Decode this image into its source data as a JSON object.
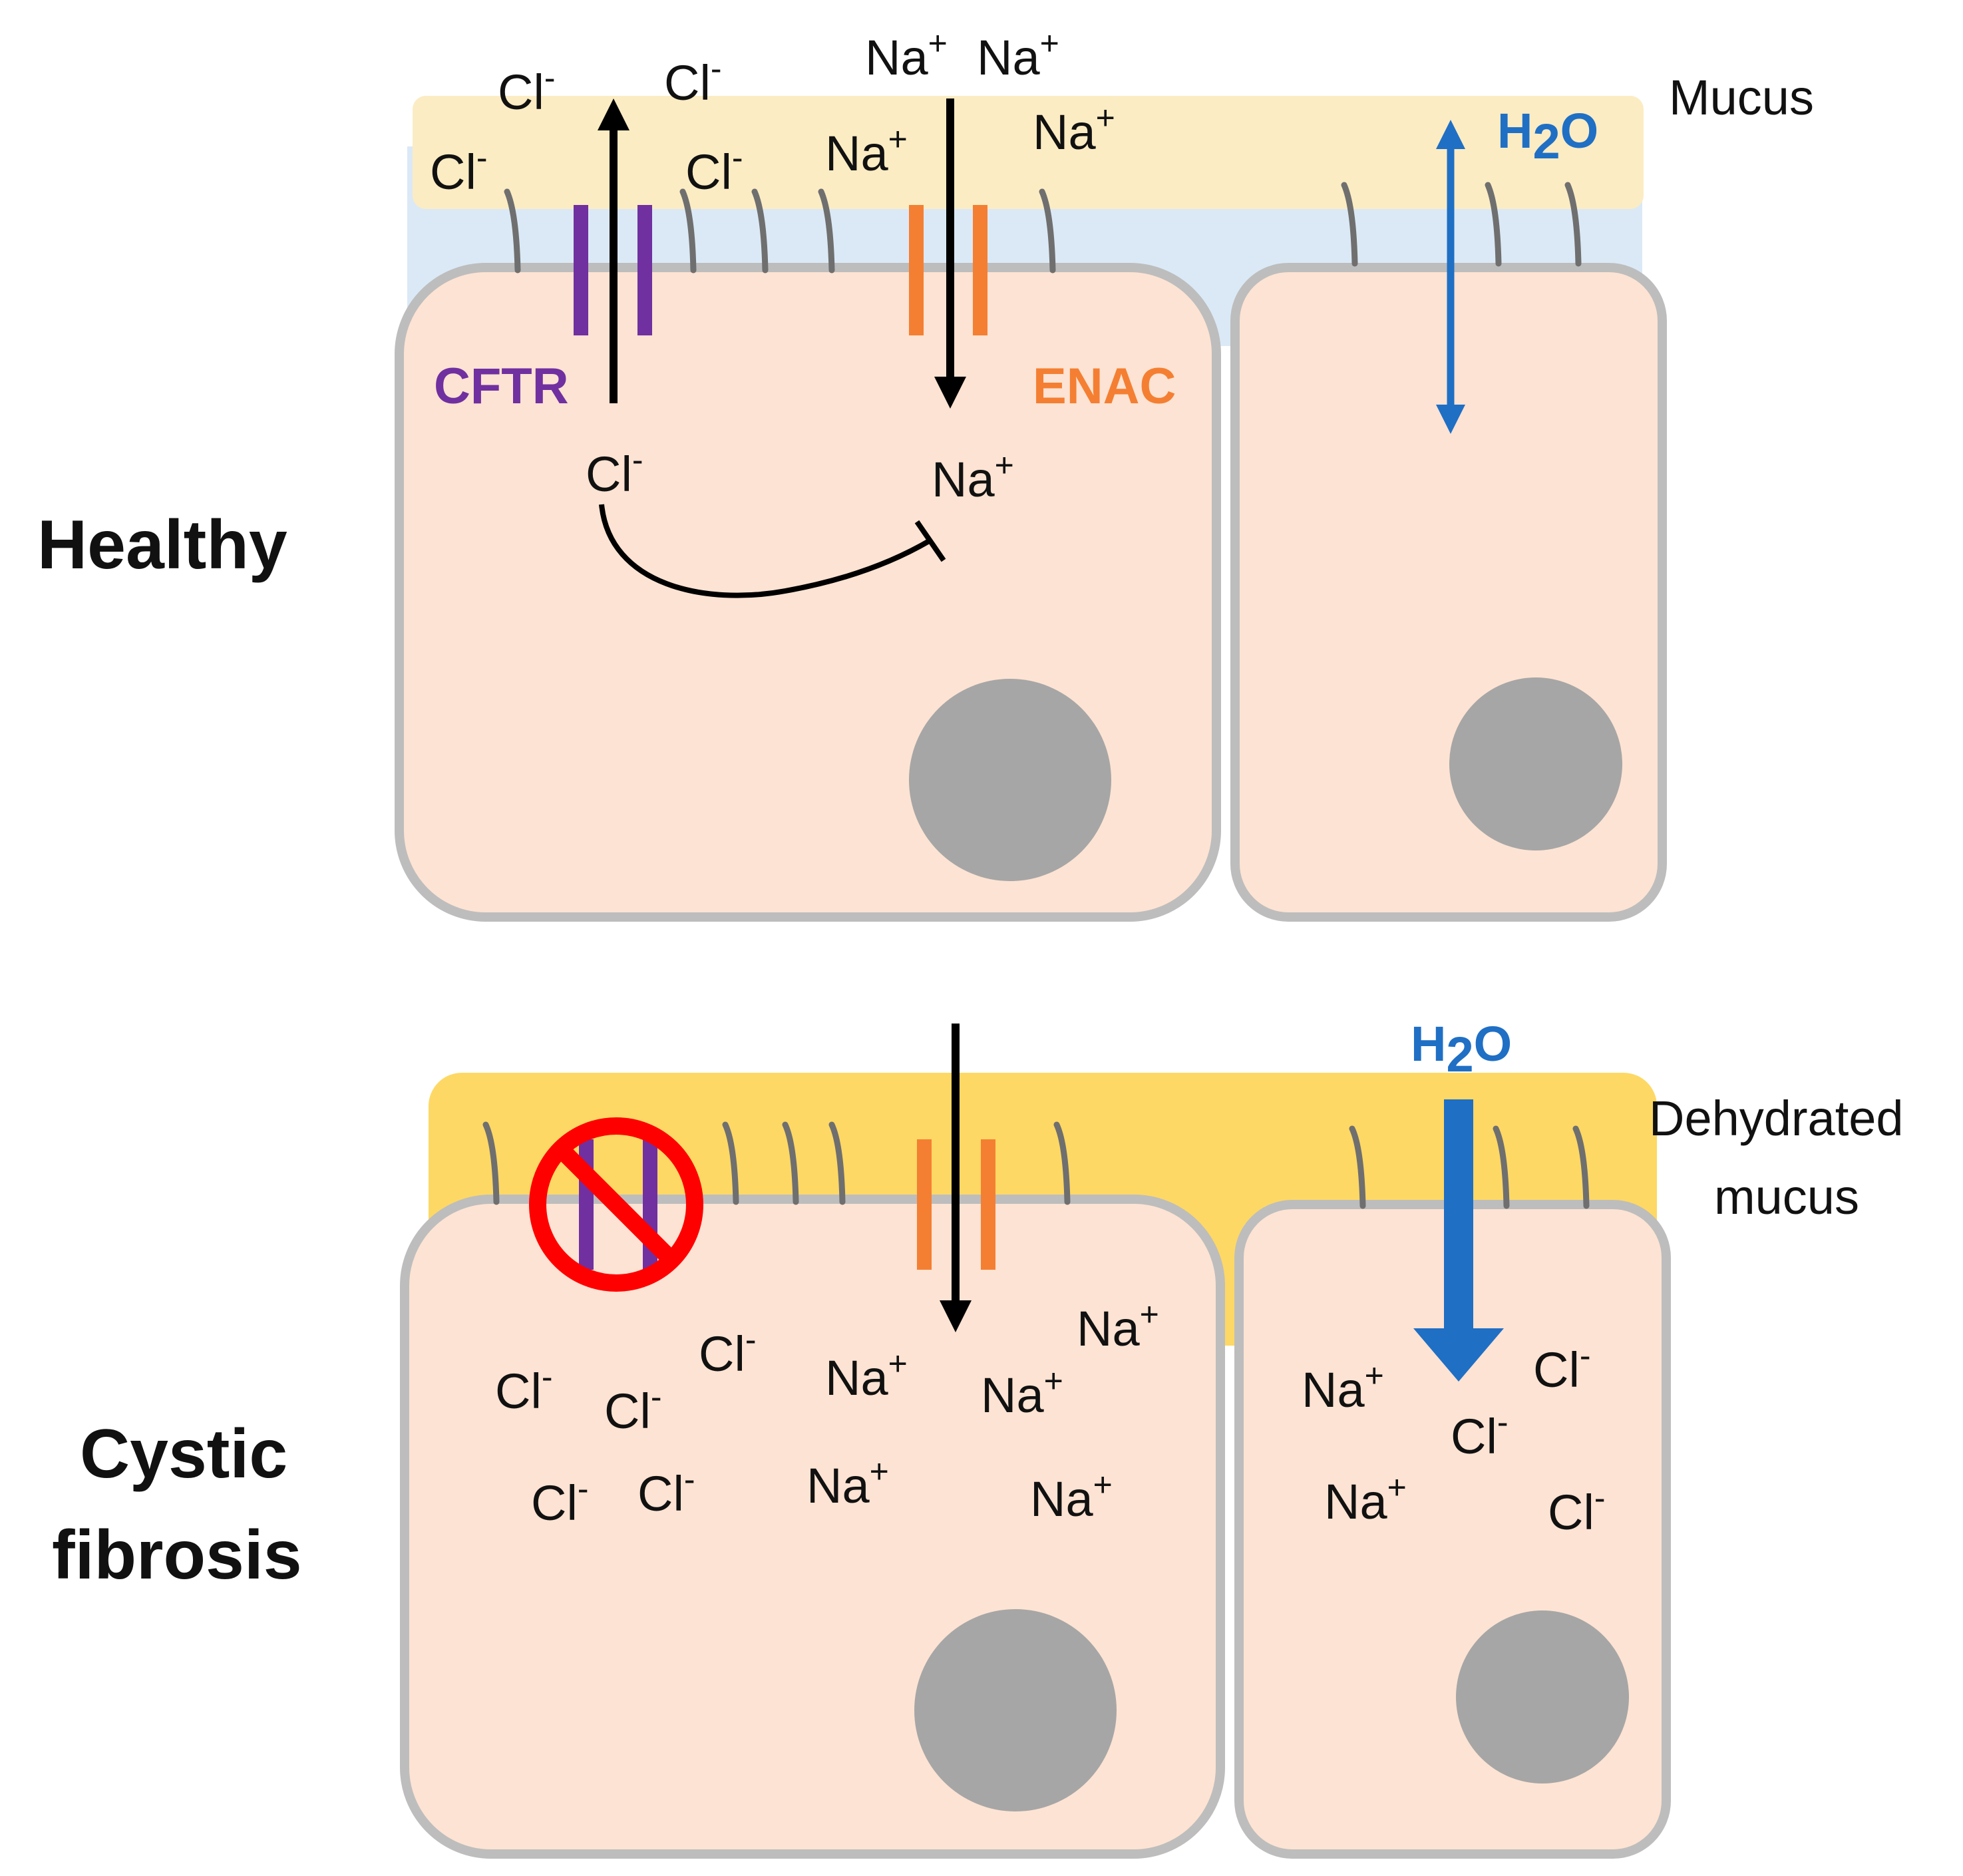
{
  "colors": {
    "cell_fill": "#fde3d3",
    "cell_border": "#bdbdbd",
    "nucleus": "#a6a6a6",
    "cilia": "#6f6f6f",
    "surface_liquid": "#dbe9f6",
    "mucus": "#fbecc3",
    "dehydrated_mucus": "#fed864",
    "cftr": "#7030a0",
    "enac": "#f47f32",
    "water": "#1f6fc5",
    "block_sign": "#ff0000",
    "arrow": "#000000"
  },
  "icons": {
    "blocked_channel": "prohibition-sign-icon"
  },
  "healthy": {
    "side_label": "Healthy",
    "mucus_label": "Mucus",
    "cftr_label": "CFTR",
    "enac_label": "ENAC",
    "water_label": "H",
    "water_sub": "2",
    "water_tail": "O",
    "lumen_ions": [
      {
        "base": "Cl",
        "sup": "-"
      },
      {
        "base": "Cl",
        "sup": "-"
      },
      {
        "base": "Cl",
        "sup": "-"
      },
      {
        "base": "Cl",
        "sup": "-"
      },
      {
        "base": "Na",
        "sup": "+"
      },
      {
        "base": "Na",
        "sup": "+"
      },
      {
        "base": "Na",
        "sup": "+"
      },
      {
        "base": "Na",
        "sup": "+"
      }
    ],
    "cell_ions": [
      {
        "base": "Cl",
        "sup": "-"
      },
      {
        "base": "Na",
        "sup": "+"
      }
    ]
  },
  "cystic_fibrosis": {
    "side_label_line1": "Cystic",
    "side_label_line2": "fibrosis",
    "mucus_label_line1": "Dehydrated",
    "mucus_label_line2": "mucus",
    "water_label": "H",
    "water_sub": "2",
    "water_tail": "O",
    "cell_ions": [
      {
        "base": "Cl",
        "sup": "-"
      },
      {
        "base": "Cl",
        "sup": "-"
      },
      {
        "base": "Cl",
        "sup": "-"
      },
      {
        "base": "Cl",
        "sup": "-"
      },
      {
        "base": "Cl",
        "sup": "-"
      },
      {
        "base": "Na",
        "sup": "+"
      },
      {
        "base": "Na",
        "sup": "+"
      },
      {
        "base": "Na",
        "sup": "+"
      },
      {
        "base": "Na",
        "sup": "+"
      },
      {
        "base": "Na",
        "sup": "+"
      }
    ],
    "right_cell_ions": [
      {
        "base": "Na",
        "sup": "+"
      },
      {
        "base": "Cl",
        "sup": "-"
      },
      {
        "base": "Cl",
        "sup": "-"
      },
      {
        "base": "Na",
        "sup": "+"
      },
      {
        "base": "Cl",
        "sup": "-"
      }
    ]
  }
}
